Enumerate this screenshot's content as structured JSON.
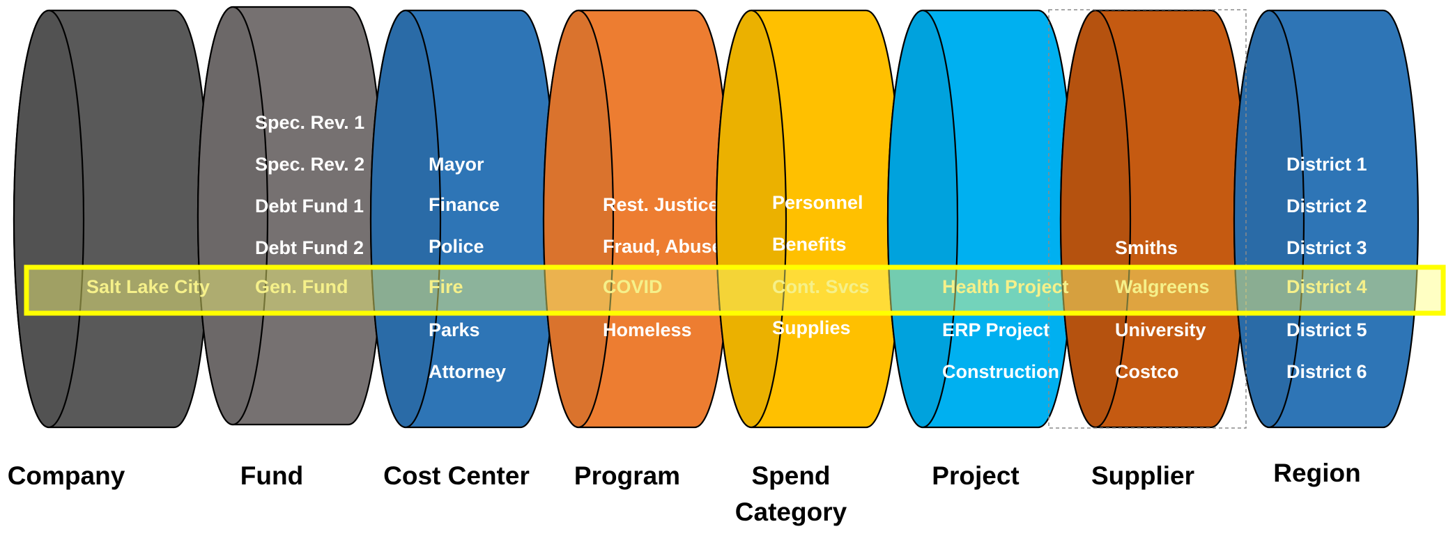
{
  "colors": {
    "highlight_stroke": "#ffff00",
    "highlight_fill": "#ffff7a",
    "item_text": "#ffffff",
    "highlighted_item_text": "#f5f08a"
  },
  "dimensions": [
    {
      "key": "company",
      "label": "Company",
      "color": "#595959",
      "items": [],
      "highlighted": "Salt Lake City"
    },
    {
      "key": "fund",
      "label": "Fund",
      "color": "#767171",
      "items": [
        "Spec. Rev. 1",
        "Spec. Rev. 2",
        "Debt Fund 1",
        "Debt Fund 2"
      ],
      "highlighted": "Gen. Fund"
    },
    {
      "key": "cost-center",
      "label": "Cost Center",
      "color": "#2e75b6",
      "items": [
        "Mayor",
        "Finance",
        "Police",
        "Fire",
        "Parks",
        "Attorney"
      ],
      "highlighted": "Fire"
    },
    {
      "key": "program",
      "label": "Program",
      "color": "#ed7d31",
      "items": [
        "Rest. Justice",
        "Fraud, Abuse",
        "COVID",
        "Homeless"
      ],
      "highlighted": "COVID"
    },
    {
      "key": "spend-category",
      "label": "Spend Category",
      "color": "#ffc000",
      "items": [
        "Personnel",
        "Benefits",
        "Cont. Svcs",
        "Supplies"
      ],
      "highlighted": "Cont. Svcs"
    },
    {
      "key": "project",
      "label": "Project",
      "color": "#00b0f0",
      "items": [
        "Health Project",
        "ERP Project",
        "Construction"
      ],
      "highlighted": "Health Project"
    },
    {
      "key": "supplier",
      "label": "Supplier",
      "color": "#c55a11",
      "items": [
        "Smiths",
        "Walgreens",
        "University",
        "Costco"
      ],
      "highlighted": "Walgreens"
    },
    {
      "key": "region",
      "label": "Region",
      "color": "#2e75b6",
      "items": [
        "District 1",
        "District 2",
        "District 3",
        "District 4",
        "District 5",
        "District 6"
      ],
      "highlighted": "District 4"
    }
  ]
}
